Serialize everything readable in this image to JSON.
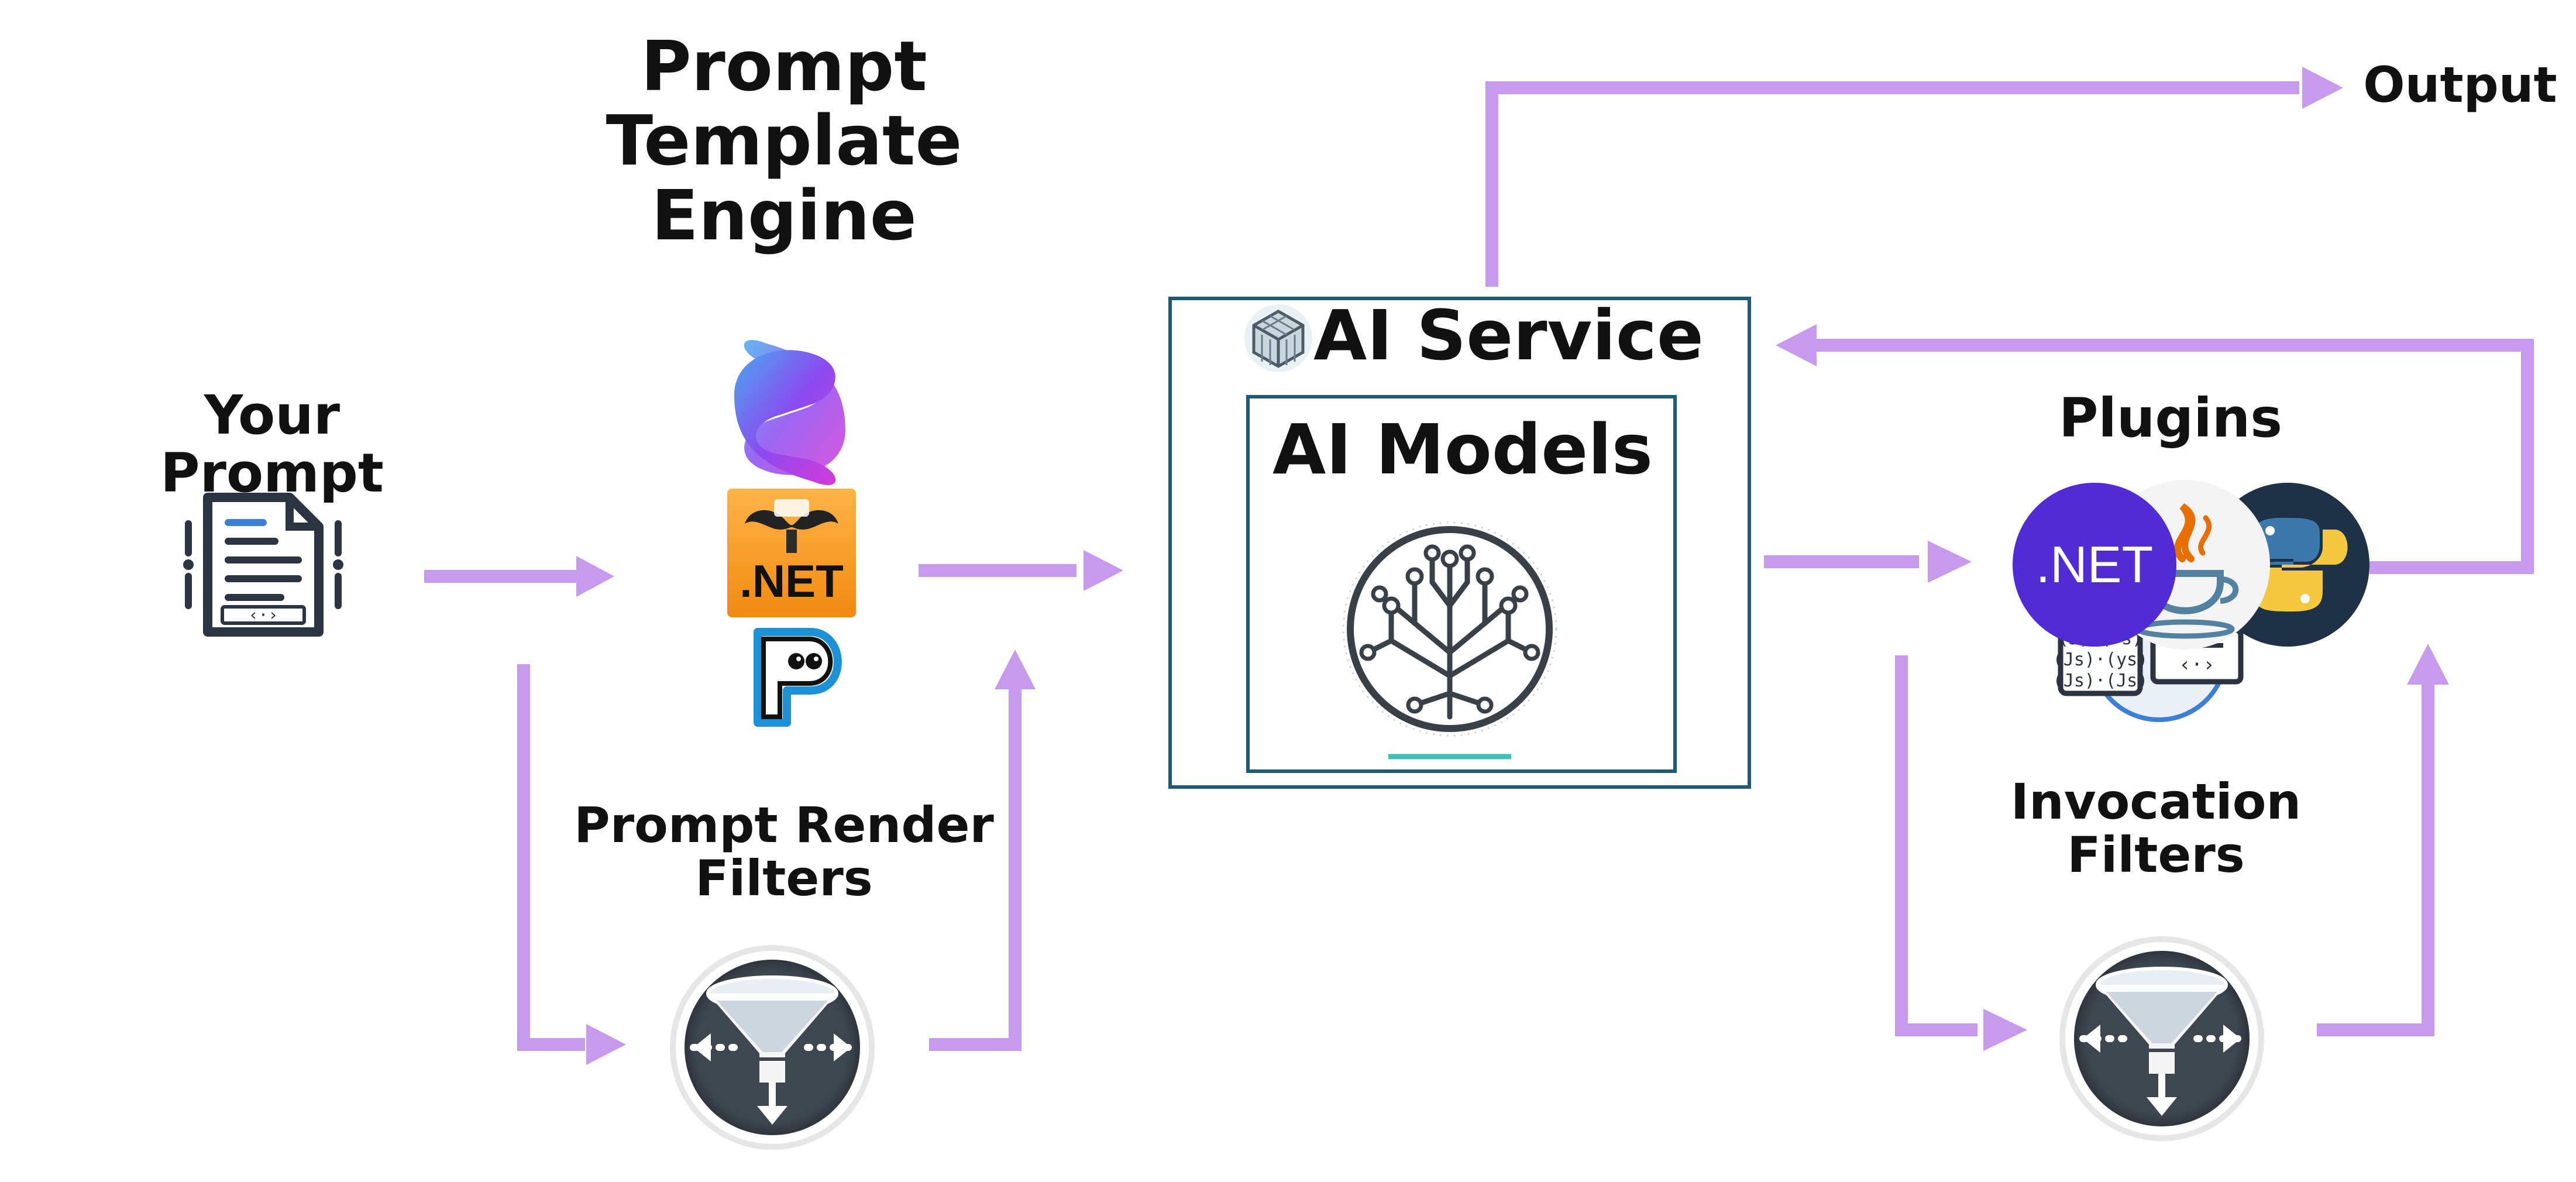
{
  "labels": {
    "your_prompt": "Your Prompt",
    "prompt_template_engine": "Prompt\nTemplate\nEngine",
    "prompt_render_filters": "Prompt Render\nFilters",
    "ai_service": "AI Service",
    "ai_models": "AI Models",
    "plugins": "Plugins",
    "invocation_filters": "Invocation\nFilters",
    "output": "Output"
  },
  "badges": {
    "dotnet_mustache": ".NET",
    "dotnet_plugin": ".NET"
  },
  "icons": [
    "document-code-icon",
    "semantic-kernel-logo-icon",
    "handlebars-dotnet-icon",
    "prompty-icon",
    "cube-icon",
    "brain-circuit-icon",
    "java-icon",
    "python-icon",
    "javascript-icon",
    "funnel-filter-icon"
  ],
  "colors": {
    "arrow": "#C89AEE",
    "box_border": "#1F5A75",
    "dotnet_purple": "#512BD4",
    "mustache_orange": "#F59A22",
    "sk_gradient_start": "#4AA8F0",
    "sk_gradient_end": "#C43BE6",
    "filter_dark": "#3E4750",
    "icon_dark": "#2B3440",
    "icon_blue": "#3D7FD6"
  }
}
